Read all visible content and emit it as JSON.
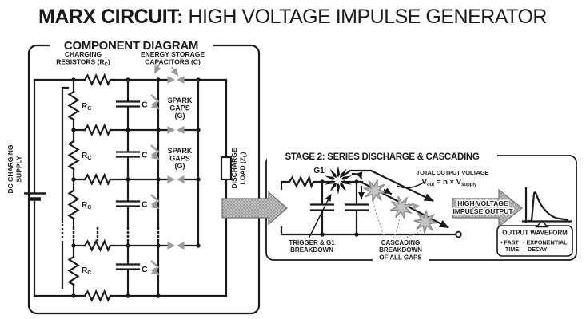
{
  "main_title": {
    "bold": "MARX CIRCUIT:",
    "rest": " HIGH VOLTAGE IMPULSE GENERATOR"
  },
  "component_panel": {
    "title": "COMPONENT DIAGRAM",
    "charging_resistors": {
      "line1": "CHARGING",
      "line2_pre": "RESISTORS (R",
      "sub": "C",
      "line2_post": ")"
    },
    "energy_storage": {
      "line1": "ENERGY STORAGE",
      "line2": "CAPACITORS (C)"
    },
    "spark_gaps": {
      "line1": "SPARK",
      "line2": "GAPS",
      "line3": "(G)"
    },
    "resistor_label": {
      "pre": "R",
      "sub": "C"
    },
    "capacitor_label": "C",
    "dc_supply": {
      "line1": "DC CHARGING",
      "line2": "SUPPLY"
    },
    "discharge_load": {
      "line1": "DISCHARGE",
      "line2_pre": "LOAD (Z",
      "sub": "L",
      "line2_post": ")"
    }
  },
  "stage2_panel": {
    "title": "STAGE 2: SERIES DISCHARGE & CASCADING",
    "g1_label": "G1",
    "total_output_voltage": "TOTAL OUTPUT VOLTAGE",
    "vout_equation": {
      "v": "V",
      "sub1": "out",
      "mid": " = n × V",
      "sub2": "supply"
    },
    "trigger_label": {
      "line1": "TRIGGER & G1",
      "line2": "BREAKDOWN"
    },
    "cascading_label": {
      "line1": "CASCADING",
      "line2": "BREAKDOWN",
      "line3": "OF ALL GAPS"
    },
    "impulse_arrow": {
      "line1": "HIGH VOLTAGE",
      "line2": "IMPULSE OUTPUT"
    },
    "output_waveform": {
      "title": "OUTPUT WAVEFORM",
      "bullet1_line1": "• FAST",
      "bullet1_line2": "TIME",
      "bullet2_line1": "• EXPONENTIAL",
      "bullet2_line2": "DECAY"
    }
  },
  "colors": {
    "ink": "#1a1a1a",
    "gray_accent": "#9a9a9a",
    "arrow_fill": "#c2c2c2",
    "arrow_dot": "#858585",
    "starburst_fill": "#c4c4c4",
    "starburst_stroke": "#8b8b8b"
  }
}
